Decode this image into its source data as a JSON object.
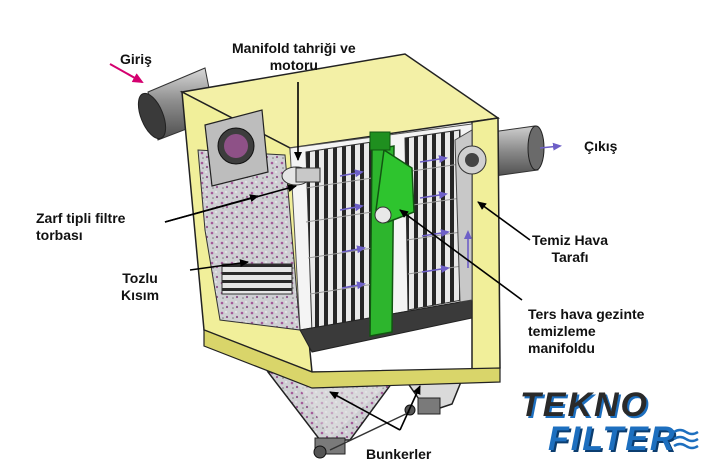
{
  "labels": {
    "giris": "Giriş",
    "manifold_drive": [
      "Manifold tahriği ve",
      "motoru"
    ],
    "cikis": "Çıkış",
    "envelope_bag": [
      "Zarf tipli filtre",
      "torbası"
    ],
    "dusty_section": [
      "Tozlu",
      "Kısım"
    ],
    "clean_air": [
      "Temiz Hava",
      "Tarafı"
    ],
    "reverse_air": [
      "Ters hava gezinte",
      "temizleme",
      "manifoldu"
    ],
    "hoppers": "Bunkerler"
  },
  "logo": {
    "line1": "TEKNO",
    "line2": "FILTER"
  },
  "colors": {
    "housing_yellow": "#f1ef9a",
    "housing_rim": "#d9d56a",
    "manifold_green": "#2db52d",
    "dust_purple": "#b05aa6",
    "pipe_gray": "#9a9a9a",
    "logo_blue": "#1d6fbf",
    "logo_dark": "#2a2a2a",
    "flow_arrow": "#6d5fc7",
    "inlet_arrow": "#d4006f"
  }
}
